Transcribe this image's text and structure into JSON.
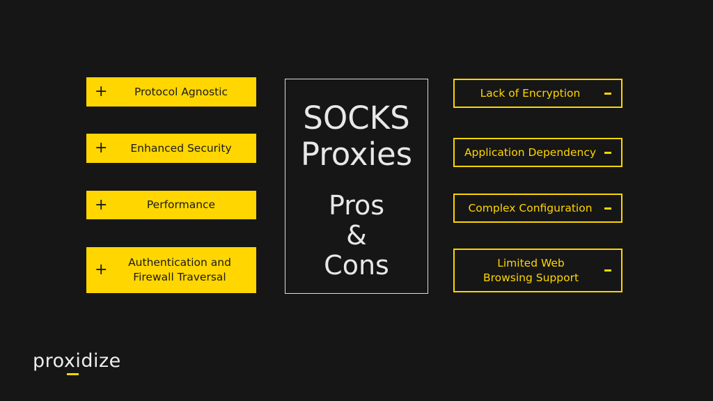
{
  "title": {
    "line1": "SOCKS",
    "line2": "Proxies",
    "line3": "Pros",
    "line4": "&",
    "line5": "Cons"
  },
  "pros": [
    {
      "sign": "+",
      "label": "Protocol Agnostic"
    },
    {
      "sign": "+",
      "label": "Enhanced Security"
    },
    {
      "sign": "+",
      "label": "Performance"
    },
    {
      "sign": "+",
      "label": "Authentication and Firewall Traversal"
    }
  ],
  "cons": [
    {
      "label": "Lack of Encryption"
    },
    {
      "label": "Application Dependency"
    },
    {
      "label": "Complex Configuration"
    },
    {
      "label": "Limited Web Browsing Support"
    }
  ],
  "logo": "proxidize",
  "colors": {
    "accent": "#FFD600",
    "background": "#161616"
  }
}
